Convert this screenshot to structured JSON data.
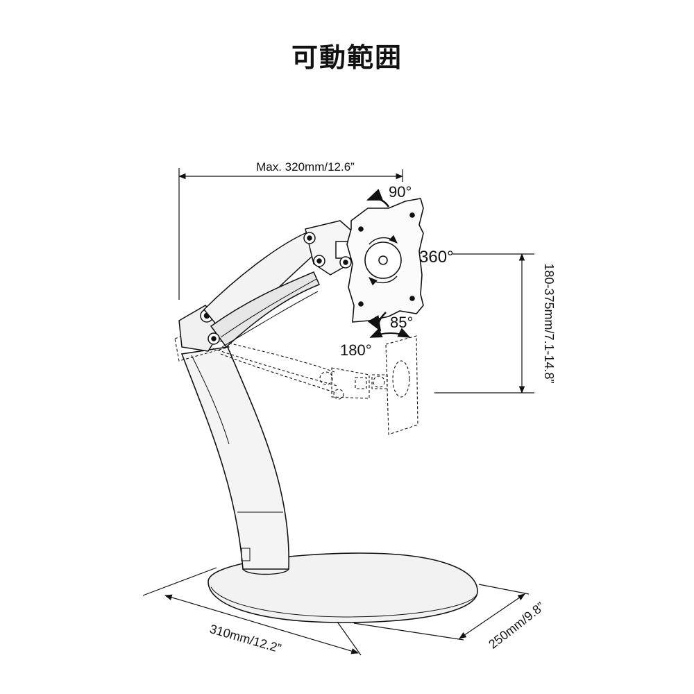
{
  "title": "可動範囲",
  "labels": {
    "max_reach": "Max. 320mm/12.6”",
    "rot_90": "90°",
    "rot_360": "360°",
    "tilt_85": "85°",
    "swivel_180": "180°",
    "height_range": "180-375mm/7.1-14.8”",
    "base_width": "310mm/12.2”",
    "base_depth": "250mm/9.8”"
  }
}
